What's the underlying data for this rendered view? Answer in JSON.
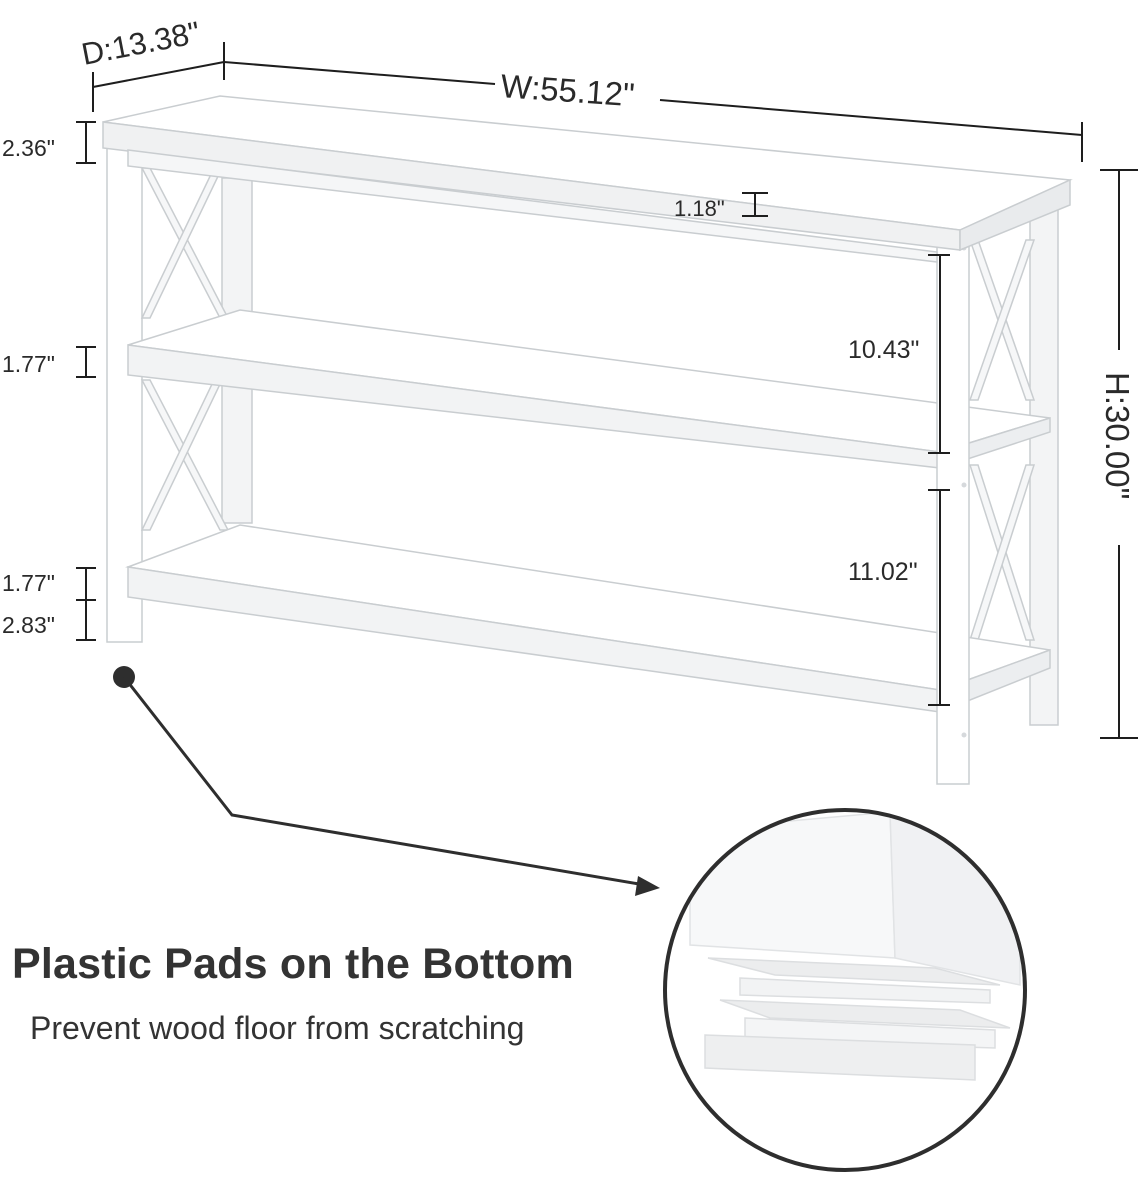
{
  "dimensions": {
    "depth": "D:13.38\"",
    "width": "W:55.12\"",
    "height": "H:30.00\"",
    "top_thickness": "2.36\"",
    "top_inset": "1.18\"",
    "middle_shelf_thickness": "1.77\"",
    "bottom_shelf_thickness": "1.77\"",
    "ground_clearance": "2.83\"",
    "upper_gap": "10.43\"",
    "lower_gap": "11.02\""
  },
  "feature": {
    "title": "Plastic Pads on the Bottom",
    "subtitle": "Prevent wood floor from scratching"
  },
  "colors": {
    "furniture": "#ffffff",
    "furniture_shade": "#eef0f1",
    "outline": "#c9cdd0",
    "dimension_line": "#1e1e1e",
    "text": "#333333",
    "pad": "#e9eaeb"
  }
}
